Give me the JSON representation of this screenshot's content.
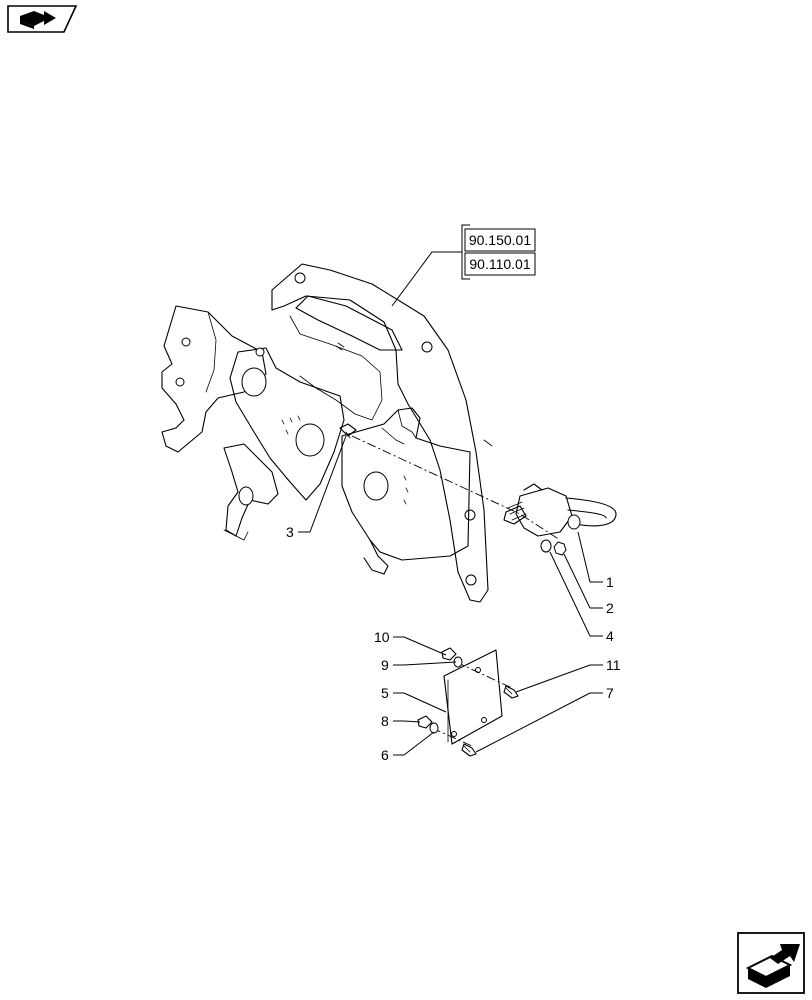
{
  "references": [
    "90.150.01",
    "90.110.01"
  ],
  "callouts": [
    {
      "id": "1",
      "text": "1"
    },
    {
      "id": "2",
      "text": "2"
    },
    {
      "id": "3",
      "text": "3"
    },
    {
      "id": "4",
      "text": "4"
    },
    {
      "id": "5",
      "text": "5"
    },
    {
      "id": "6",
      "text": "6"
    },
    {
      "id": "7",
      "text": "7"
    },
    {
      "id": "8",
      "text": "8"
    },
    {
      "id": "9",
      "text": "9"
    },
    {
      "id": "10",
      "text": "10"
    },
    {
      "id": "11",
      "text": "11"
    }
  ],
  "icons": {
    "top_left": "previous-page-icon",
    "bottom_right": "next-page-icon"
  }
}
